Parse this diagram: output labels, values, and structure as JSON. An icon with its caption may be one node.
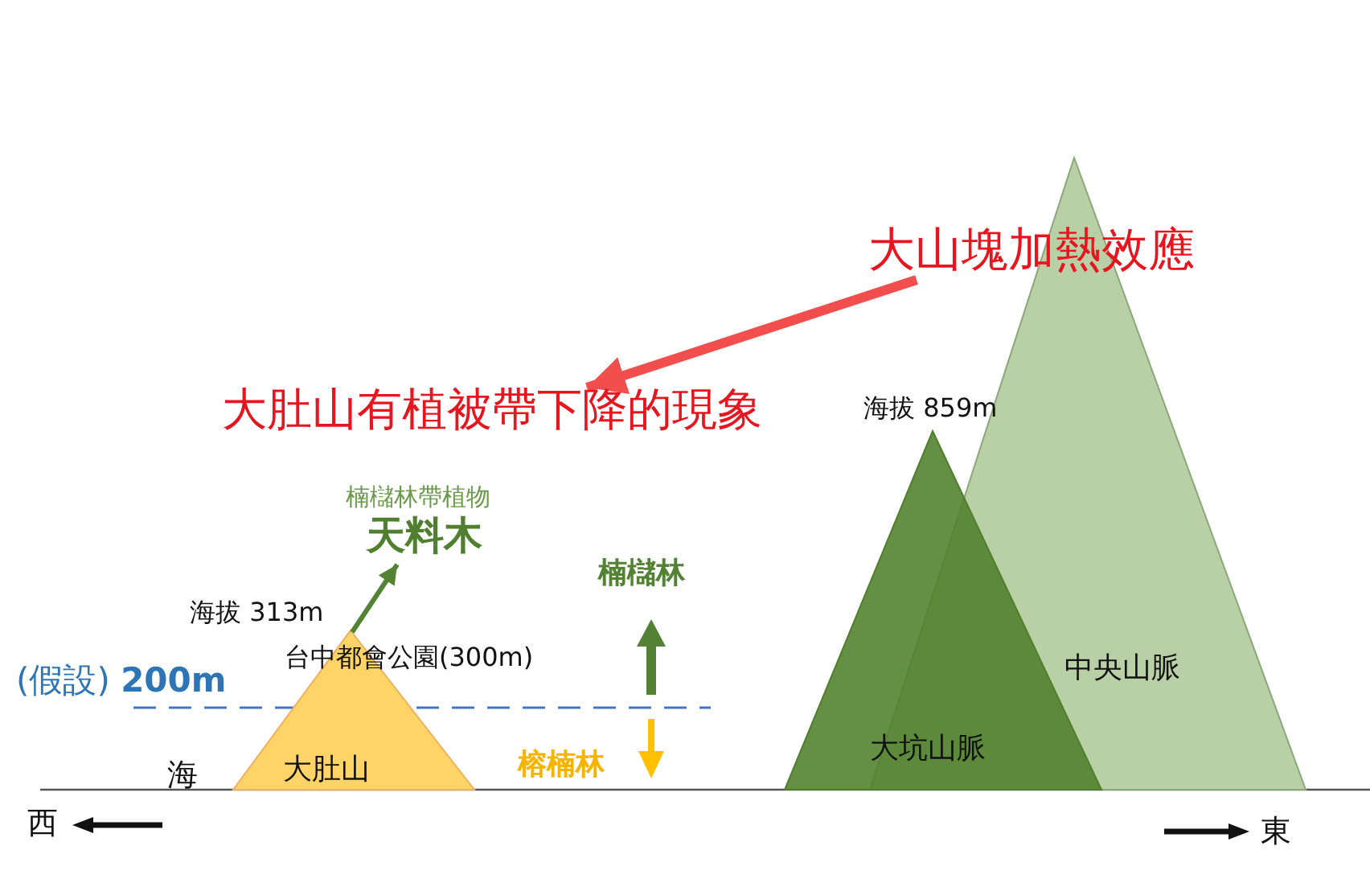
{
  "diagram": {
    "nodes": [
      {
        "text": [
          "大山塊加熱效應"
        ]
      },
      {
        "text": [
          "大肚山有植被帶下降的現象"
        ]
      },
      {
        "text": [
          "楠櫧林帶植物",
          "天料木"
        ]
      },
      {
        "text": [
          "大肚山"
        ]
      },
      {
        "text": [
          "大坑山脈"
        ]
      },
      {
        "text": [
          "中央山脈"
        ]
      }
    ],
    "edges": [
      {
        "from": 0,
        "to": 1,
        "arrow": "to",
        "style": "thick",
        "color": "#f24e4e"
      },
      {
        "from": 3,
        "to": 2,
        "arrow": "to",
        "color": "#548235"
      }
    ],
    "labels": [
      "海拔 859m",
      "楠櫧林",
      "海拔 313m",
      "台中都會公園(300m)",
      "(假設) **200m**",
      "海",
      "榕楠林",
      "西",
      "東"
    ]
  }
}
